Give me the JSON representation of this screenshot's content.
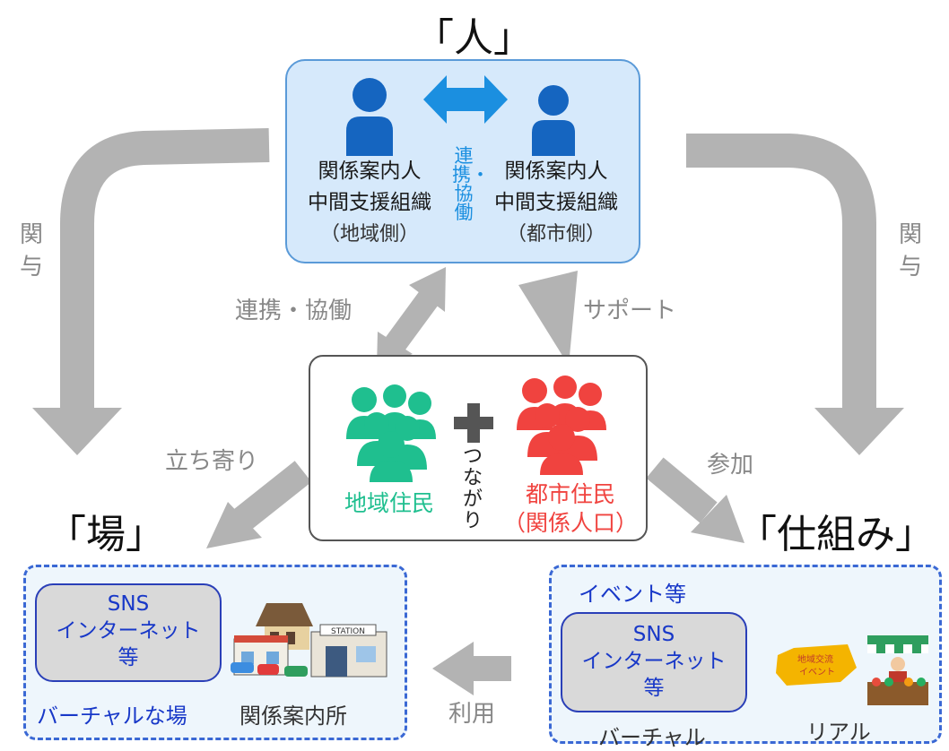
{
  "titles": {
    "people": "「人」",
    "place": "「場」",
    "system": "「仕組み」"
  },
  "people_box": {
    "left_org": [
      "関係案内人",
      "中間支援組織",
      "（地域側）"
    ],
    "right_org": [
      "関係案内人",
      "中間支援組織",
      "（都市側）"
    ],
    "center_vertical": "連携・協働"
  },
  "labels": {
    "left_involve": "関与",
    "right_involve": "関与",
    "coop": "連携・協働",
    "support": "サポート",
    "dropin": "立ち寄り",
    "participate": "参加",
    "use": "利用"
  },
  "center_box": {
    "local": "地域住民",
    "connect": "つながり",
    "urban_line1": "都市住民",
    "urban_line2": "（関係人口）"
  },
  "place_box": {
    "sns": [
      "SNS",
      "インターネット",
      "等"
    ],
    "virtual": "バーチャルな場",
    "office": "関係案内所",
    "station_sign": "STATION"
  },
  "system_box": {
    "event": "イベント等",
    "sns": [
      "SNS",
      "インターネット",
      "等"
    ],
    "virtual": "バーチャル",
    "real": "リアル",
    "event_sign": [
      "地域交流",
      "イベント"
    ]
  },
  "colors": {
    "arrow_gray": "#b3b3b3",
    "person_blue": "#1565c0",
    "coop_blue": "#1b8fe0",
    "local_green": "#1fbf8f",
    "urban_red": "#f0433f",
    "dash_blue": "#3a68d4"
  }
}
